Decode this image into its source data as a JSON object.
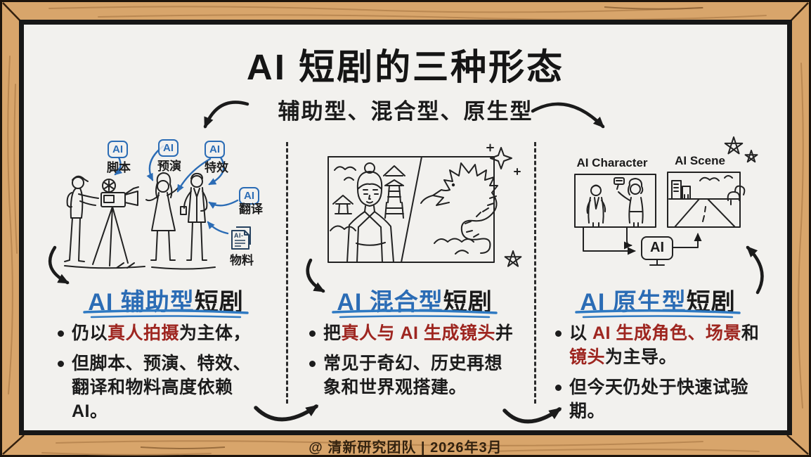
{
  "colors": {
    "board": "#f2f1ee",
    "ink": "#1c1c1c",
    "accent_blue": "#2b6cb5",
    "accent_red": "#9e2620",
    "wood": "#d8a56b",
    "wood_grain": "#b5834e"
  },
  "header": {
    "title": "AI 短剧的三种形态",
    "subtitle": "辅助型、混合型、原生型"
  },
  "columns": [
    {
      "heading_accent": "AI 辅助型",
      "heading_rest": "短剧",
      "illustration": {
        "badge_text": "AI",
        "badges": [
          "脚本",
          "预演",
          "特效",
          "翻译"
        ],
        "doc_icon_text": "AI-",
        "doc_label": "物料"
      },
      "bullets": [
        {
          "s0": "仍以",
          "s1": "真人拍摄",
          "s2": "为主体，"
        },
        {
          "s0": "但脚本、预演、特效、翻译和物料高度依赖 AI。"
        }
      ]
    },
    {
      "heading_accent": "AI 混合型",
      "heading_rest": "短剧",
      "bullets": [
        {
          "s0": "把",
          "s1": "真人与 AI 生成镜头",
          "s2": "并"
        },
        {
          "s0": "常见于奇幻、历史再想象和世界观搭建。"
        }
      ]
    },
    {
      "heading_accent": "AI 原生型",
      "heading_rest": "短剧",
      "illustration": {
        "character_label": "AI Character",
        "scene_label": "AI Scene",
        "ai_label": "AI"
      },
      "bullets": [
        {
          "s0": "以 ",
          "s1": "AI 生成角色、场景",
          "s2": "和",
          "s3": "镜头",
          "s4": "为主导。"
        },
        {
          "s0": "但今天仍处于快速试验期。"
        }
      ]
    }
  ],
  "footer": {
    "credit": "@ 清新研究团队 | 2026年3月"
  }
}
